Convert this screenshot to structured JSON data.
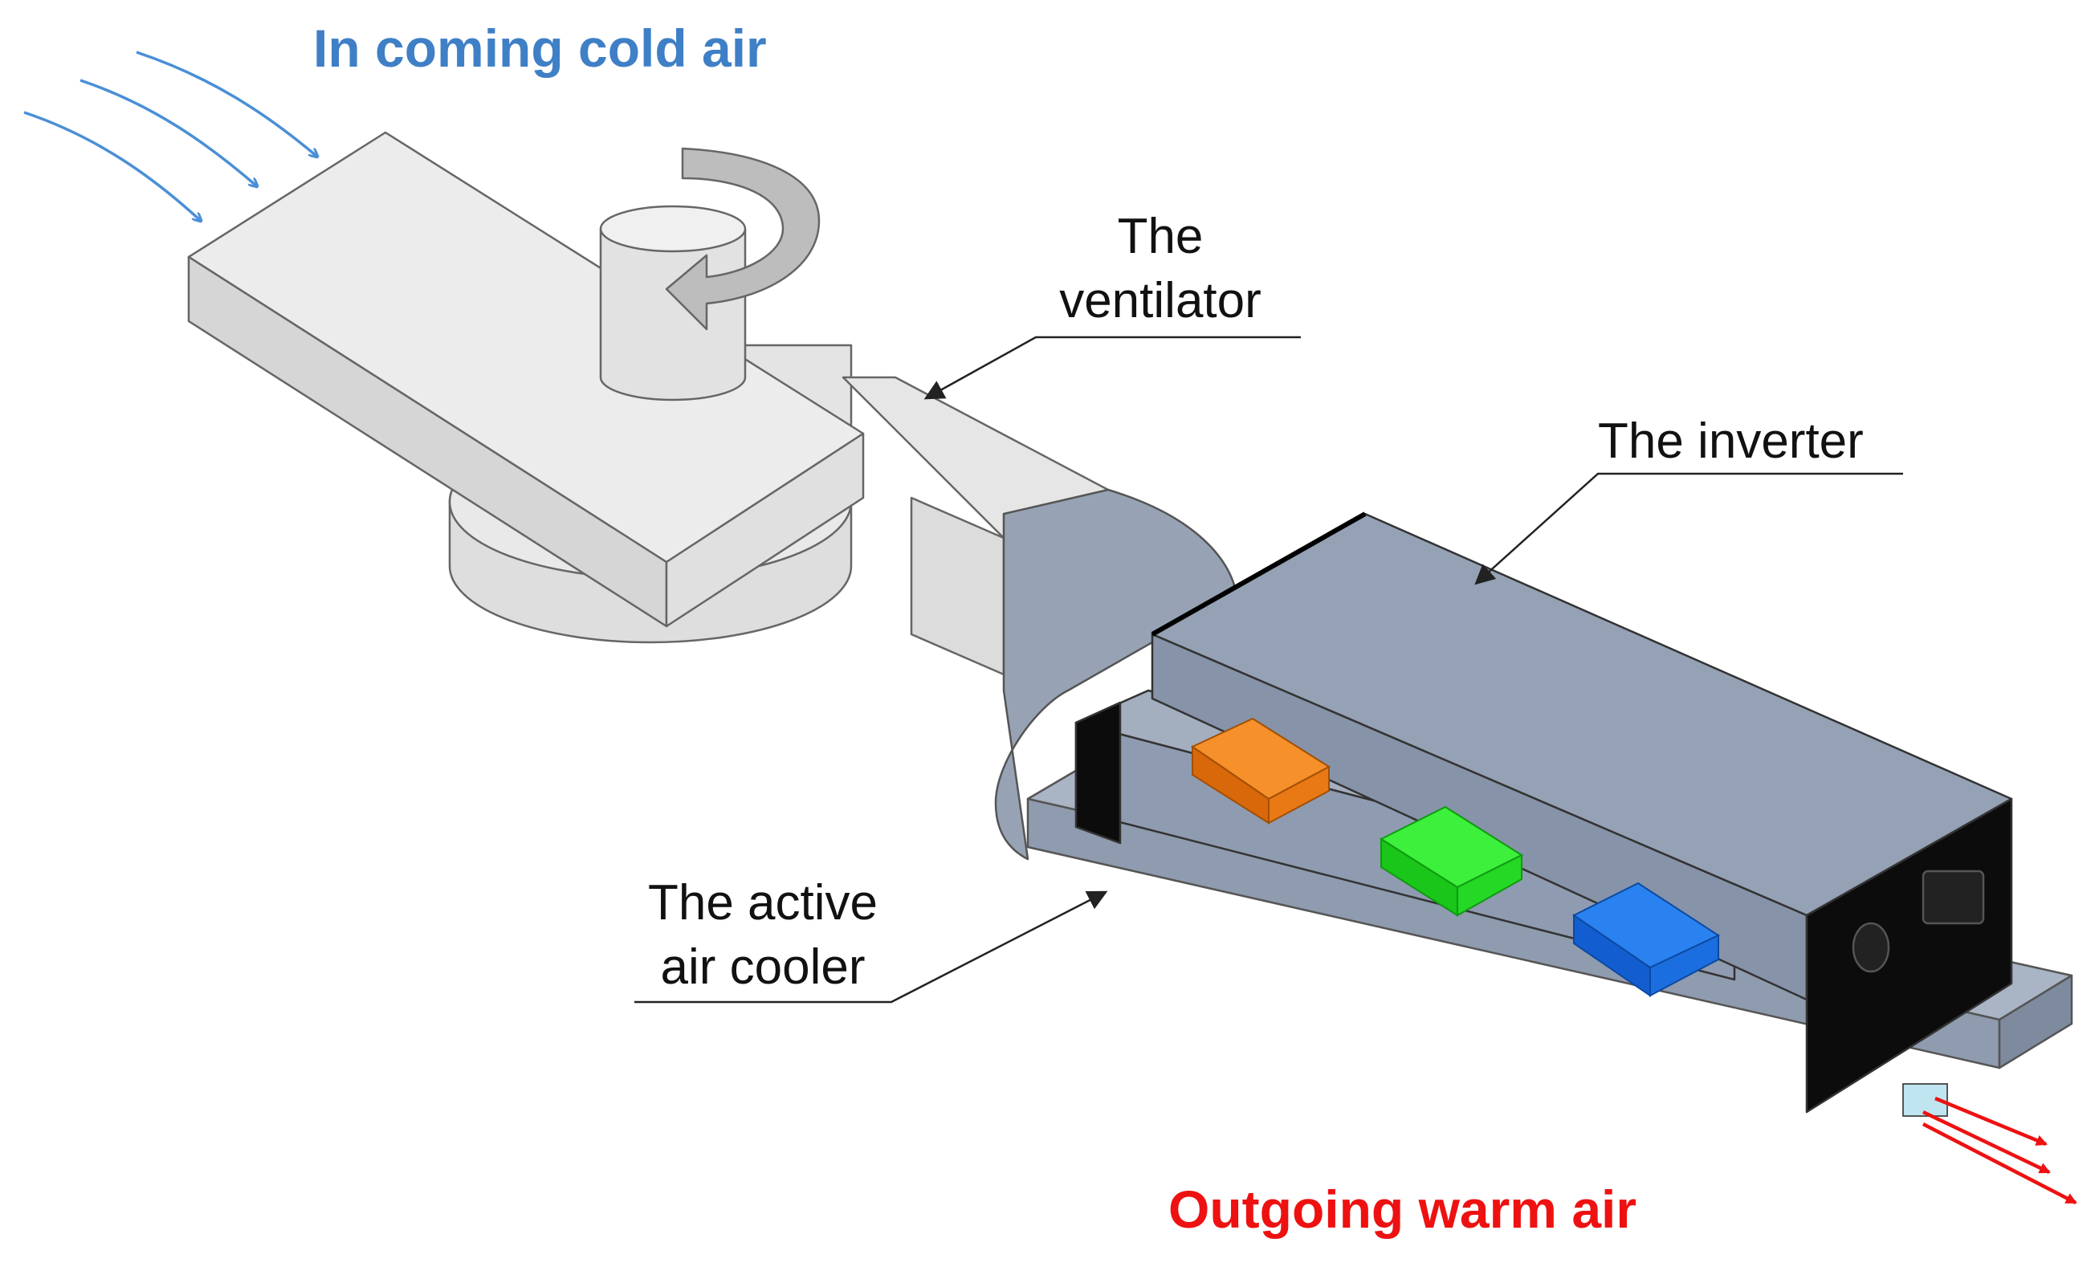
{
  "labels": {
    "incoming": "In coming cold air",
    "outgoing": "Outgoing warm air",
    "ventilator_1": "The",
    "ventilator_2": "ventilator",
    "inverter": "The inverter",
    "cooler_1": "The active",
    "cooler_2": "air cooler"
  },
  "colors": {
    "cold_air": "#4a8fd6",
    "warm_air": "#ee1111",
    "ventilator_body": "#e3e3e3",
    "cooler_body": "#9aa6b8",
    "inverter_body": "#8e9aae",
    "module_orange": "#f07a10",
    "module_green": "#22dd22",
    "module_blue": "#1a6fe0"
  },
  "icons": {
    "rotation": "curved-rotation-arrow-icon",
    "inflow": "inflow-arrows-icon",
    "outflow": "outflow-arrows-icon"
  }
}
